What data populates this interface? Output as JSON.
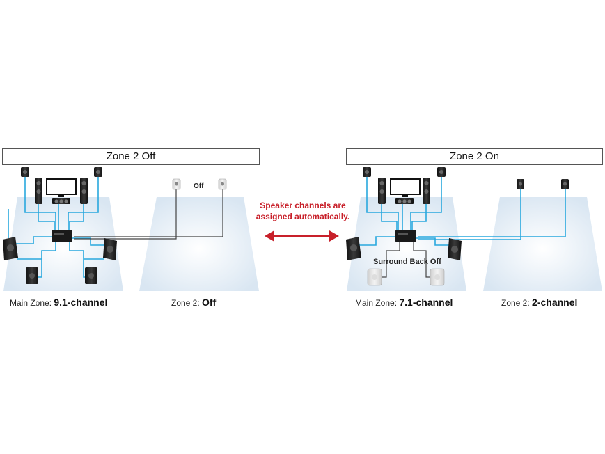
{
  "left_panel": {
    "header": "Zone 2 Off",
    "main_zone_prefix": "Main Zone:",
    "main_zone_value": "9.1-channel",
    "zone2_prefix": "Zone 2:",
    "zone2_value": "Off",
    "zone2_speaker_note": "Off"
  },
  "right_panel": {
    "header": "Zone 2 On",
    "main_zone_prefix": "Main Zone:",
    "main_zone_value": "7.1-channel",
    "zone2_prefix": "Zone 2:",
    "zone2_value": "2-channel",
    "surround_back_note": "Surround Back Off"
  },
  "center_arrow": {
    "line1": "Speaker channels are",
    "line2": "assigned automatically."
  },
  "colors": {
    "cable_blue": "#29a8de",
    "cable_gray": "#444444",
    "arrow_red": "#c8202a",
    "room_fill": "#e6eff7"
  }
}
